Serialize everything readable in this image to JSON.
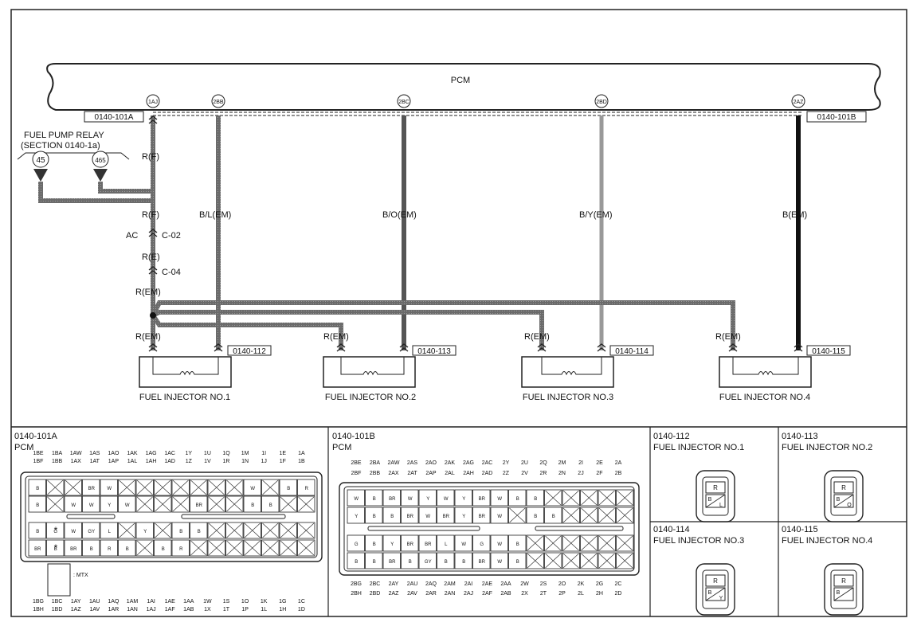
{
  "pcm": {
    "label": "PCM",
    "connector_left": "0140-101A",
    "connector_right": "0140-101B",
    "pins": [
      "1AJ",
      "2BB",
      "2BC",
      "2BD",
      "2AZ"
    ]
  },
  "relay": {
    "title": "FUEL PUMP RELAY",
    "section": "(SECTION 0140-1a)",
    "pins": [
      "45",
      "465"
    ]
  },
  "wires": {
    "rf_top": "R(F)",
    "rf_mid": "R(F)",
    "ac": "AC",
    "c02": "C-02",
    "re": "R(E)",
    "c04": "C-04",
    "rem_top": "R(EM)",
    "rem_bottom": "R(EM)",
    "inj1_signal": "B/L(EM)",
    "inj2_signal": "B/O(EM)",
    "inj3_signal": "B/Y(EM)",
    "inj4_signal": "B(EM)",
    "inj2_power": "R(EM)",
    "inj3_power": "R(EM)",
    "inj4_power": "R(EM)"
  },
  "injectors": [
    {
      "name": "FUEL INJECTOR NO.1",
      "connector": "0140-112"
    },
    {
      "name": "FUEL INJECTOR NO.2",
      "connector": "0140-113"
    },
    {
      "name": "FUEL INJECTOR NO.3",
      "connector": "0140-114"
    },
    {
      "name": "FUEL INJECTOR NO.4",
      "connector": "0140-115"
    }
  ],
  "panelA": {
    "id": "0140-101A",
    "name": "PCM",
    "top_row1": [
      "1BE",
      "1BA",
      "1AW",
      "1AS",
      "1AO",
      "1AK",
      "1AG",
      "1AC",
      "1Y",
      "1U",
      "1Q",
      "1M",
      "1I",
      "1E",
      "1A"
    ],
    "top_row2": [
      "1BF",
      "1BB",
      "1AX",
      "1AT",
      "1AP",
      "1AL",
      "1AH",
      "1AD",
      "1Z",
      "1V",
      "1R",
      "1N",
      "1J",
      "1F",
      "1B"
    ],
    "bottom_row1": [
      "1BG",
      "1BC",
      "1AY",
      "1AU",
      "1AQ",
      "1AM",
      "1AI",
      "1AE",
      "1AA",
      "1W",
      "1S",
      "1O",
      "1K",
      "1G",
      "1C"
    ],
    "bottom_row2": [
      "1BH",
      "1BD",
      "1AZ",
      "1AV",
      "1AR",
      "1AN",
      "1AJ",
      "1AF",
      "1AB",
      "1X",
      "1T",
      "1P",
      "1L",
      "1H",
      "1D"
    ],
    "mtx": ": MTX",
    "star": "*"
  },
  "panelB": {
    "id": "0140-101B",
    "name": "PCM",
    "top_row1": [
      "2BE",
      "2BA",
      "2AW",
      "2AS",
      "2AO",
      "2AK",
      "2AG",
      "2AC",
      "2Y",
      "2U",
      "2Q",
      "2M",
      "2I",
      "2E",
      "2A"
    ],
    "top_row2": [
      "2BF",
      "2BB",
      "2AX",
      "2AT",
      "2AP",
      "2AL",
      "2AH",
      "2AD",
      "2Z",
      "2V",
      "2R",
      "2N",
      "2J",
      "2F",
      "2B"
    ],
    "bottom_row1": [
      "2BG",
      "2BC",
      "2AY",
      "2AU",
      "2AQ",
      "2AM",
      "2AI",
      "2AE",
      "2AA",
      "2W",
      "2S",
      "2O",
      "2K",
      "2G",
      "2C"
    ],
    "bottom_row2": [
      "2BH",
      "2BD",
      "2AZ",
      "2AV",
      "2AR",
      "2AN",
      "2AJ",
      "2AF",
      "2AB",
      "2X",
      "2T",
      "2P",
      "2L",
      "2H",
      "2D"
    ]
  },
  "panels": [
    {
      "id": "0140-112",
      "name": "FUEL INJECTOR NO.1",
      "top": "R",
      "bl": "B",
      "br": "L"
    },
    {
      "id": "0140-113",
      "name": "FUEL INJECTOR NO.2",
      "top": "R",
      "bl": "B",
      "br": "O"
    },
    {
      "id": "0140-114",
      "name": "FUEL INJECTOR NO.3",
      "top": "R",
      "bl": "B",
      "br": "Y"
    },
    {
      "id": "0140-115",
      "name": "FUEL INJECTOR NO.4",
      "top": "R",
      "bl": "B",
      "br": ""
    }
  ],
  "pin_letters": {
    "a1": [
      "B",
      "",
      "",
      "BR",
      "W",
      "",
      "",
      "",
      "",
      "",
      "",
      "",
      "W",
      "",
      "B",
      "R"
    ],
    "a2": [
      "B",
      "",
      "W",
      "W",
      "Y",
      "W",
      "",
      "",
      "",
      "BR",
      "",
      "",
      "B",
      "B"
    ],
    "a3": [
      "B",
      "G",
      "W",
      "GY",
      "L",
      "",
      "Y",
      "",
      "B",
      "B"
    ],
    "a4": [
      "BR",
      "B",
      "BR",
      "B",
      "R",
      "B",
      "",
      "B",
      "R"
    ],
    "b1": [
      "W",
      "B",
      "BR",
      "W",
      "Y",
      "W",
      "Y",
      "BR",
      "W",
      "B",
      "B"
    ],
    "b2": [
      "Y",
      "B",
      "B",
      "BR",
      "W",
      "BR",
      "Y",
      "BR",
      "W",
      "",
      "B",
      "B"
    ],
    "b3": [
      "G",
      "B",
      "Y",
      "BR",
      "BR",
      "L",
      "W",
      "G",
      "W",
      "B"
    ],
    "b4": [
      "B",
      "B",
      "BR",
      "B",
      "GY",
      "B",
      "B",
      "BR",
      "W",
      "B"
    ]
  }
}
